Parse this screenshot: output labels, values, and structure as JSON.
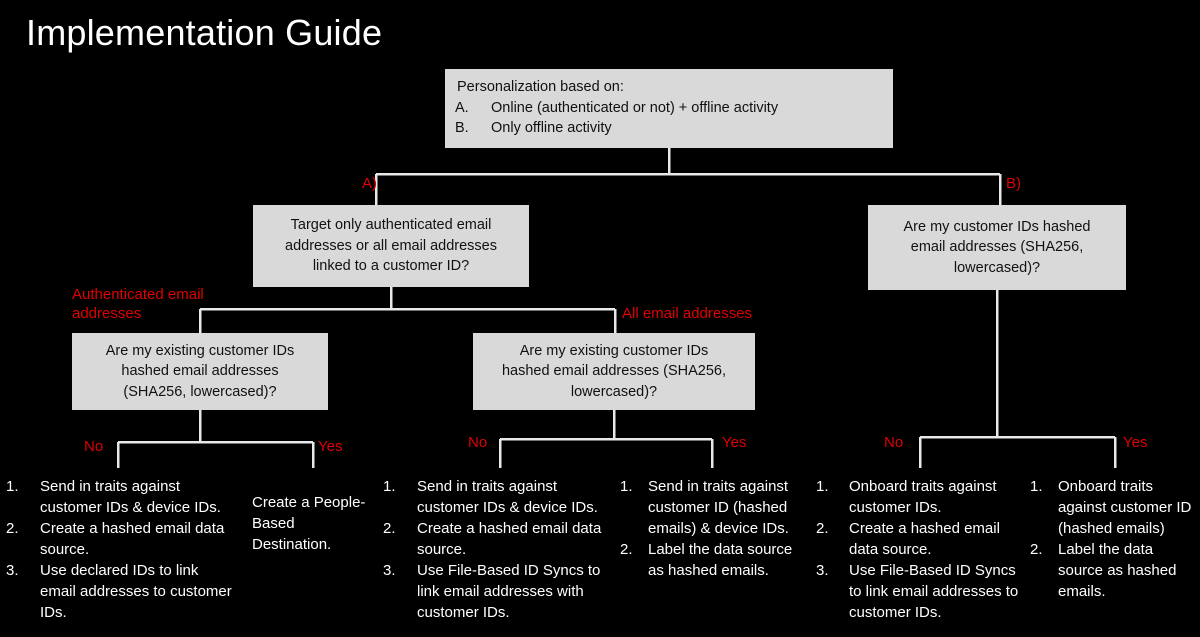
{
  "slide": {
    "title": "Implementation Guide",
    "background_color": "#000000",
    "node_fill": "#d9d9d9",
    "node_text_color": "#111111",
    "label_color": "#e00000",
    "body_text_color": "#ffffff",
    "connector_color": "#e8e8e8"
  },
  "nodes": {
    "root": {
      "heading": "Personalization based on:",
      "options": [
        {
          "marker": "A.",
          "text": "Online (authenticated or not) + offline activity"
        },
        {
          "marker": "B.",
          "text": "Only offline activity"
        }
      ]
    },
    "branch_a": {
      "lines": [
        "Target only authenticated email",
        "addresses or all email addresses",
        "linked to a customer ID?"
      ]
    },
    "branch_b": {
      "lines": [
        "Are my customer IDs hashed",
        "email addresses (SHA256,",
        "lowercased)?"
      ]
    },
    "branch_a_auth": {
      "lines": [
        "Are my existing customer IDs",
        "hashed email addresses",
        "(SHA256, lowercased)?"
      ]
    },
    "branch_a_all": {
      "lines": [
        "Are my existing customer IDs",
        "hashed email addresses (SHA256,",
        "lowercased)?"
      ]
    }
  },
  "edge_labels": {
    "a": "A)",
    "b": "B)",
    "authenticated_email_addresses": "Authenticated email addresses",
    "all_email_addresses": "All email addresses",
    "no_1": "No",
    "yes_1": "Yes",
    "no_2": "No",
    "yes_2": "Yes",
    "no_3": "No",
    "yes_3": "Yes"
  },
  "outcomes": [
    {
      "id": "auth-no",
      "ordered": true,
      "items": [
        {
          "num": "1.",
          "text": "Send in traits against customer IDs & device IDs."
        },
        {
          "num": "2.",
          "text": "Create a hashed email data source."
        },
        {
          "num": "3.",
          "text": "Use declared IDs to link email addresses to customer IDs."
        }
      ]
    },
    {
      "id": "auth-yes",
      "ordered": false,
      "items": [
        {
          "num": "",
          "text": "Create a People-Based Destination."
        }
      ]
    },
    {
      "id": "all-no",
      "ordered": true,
      "items": [
        {
          "num": "1.",
          "text": "Send in traits against customer IDs & device IDs."
        },
        {
          "num": "2.",
          "text": "Create a hashed email data source."
        },
        {
          "num": "3.",
          "text": "Use File-Based ID Syncs to link email addresses with customer IDs."
        }
      ]
    },
    {
      "id": "all-yes",
      "ordered": true,
      "items": [
        {
          "num": "1.",
          "text": "Send in traits against customer ID (hashed emails) & device IDs."
        },
        {
          "num": "2.",
          "text": "Label the data source as hashed emails."
        }
      ]
    },
    {
      "id": "offline-no",
      "ordered": true,
      "items": [
        {
          "num": "1.",
          "text": "Onboard traits against customer IDs."
        },
        {
          "num": "2.",
          "text": "Create a hashed email data source."
        },
        {
          "num": "3.",
          "text": "Use File-Based ID Syncs to link email addresses to customer IDs."
        }
      ]
    },
    {
      "id": "offline-yes",
      "ordered": true,
      "items": [
        {
          "num": "1.",
          "text": "Onboard traits against customer ID (hashed emails)"
        },
        {
          "num": "2.",
          "text": "Label the data source as hashed emails."
        }
      ]
    }
  ]
}
